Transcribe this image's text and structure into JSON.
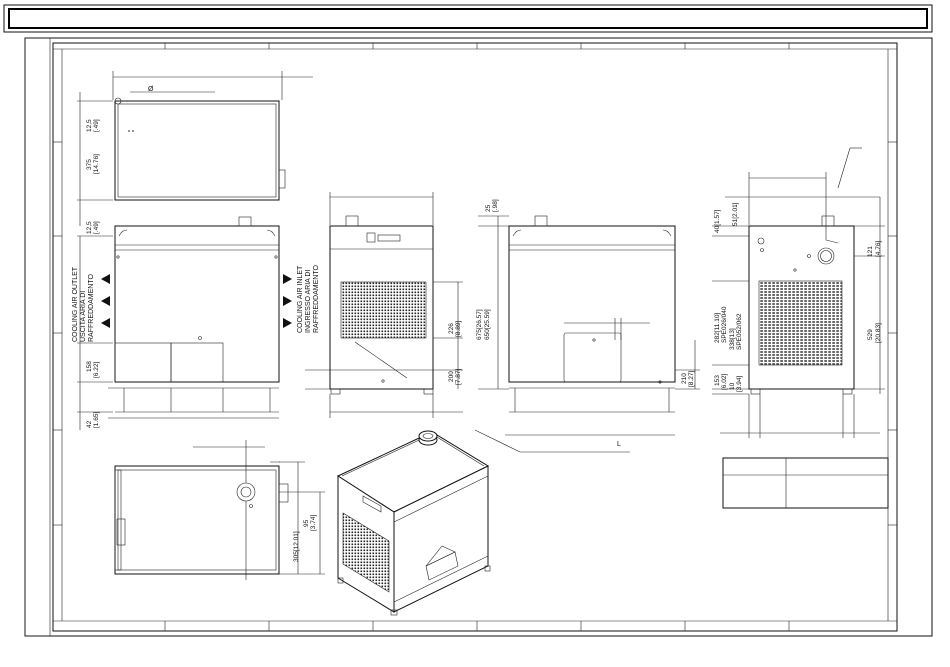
{
  "colors": {
    "line": "#111111",
    "paper": "#ffffff",
    "hatch": "#222222"
  },
  "labels": {
    "outlet": [
      "COOLING AIR OUTLET",
      "USCITA ARIA DI",
      "RAFFREDDAMENTO"
    ],
    "inlet": [
      "COOLING AIR INLET",
      "INGRESSO ARIA DI",
      "RAFFREDDAMENTO"
    ],
    "diameter_symbol": "Ø",
    "dim_L": "L"
  },
  "dims": {
    "top_12_5": "12,5",
    "top_49": "[.49]",
    "top_375": "375",
    "top_14_76": "[14.76]",
    "mid_12_5": "12,5",
    "mid_49": "[.49]",
    "left_158": "158",
    "left_6_22": "[6.22]",
    "left_42": "42",
    "left_1_65": "[1.65]",
    "v226": "226",
    "v8_89": "[8.89]",
    "v200": "200",
    "v7_87": "[7.87]",
    "v675": "675[26.57]",
    "v650": "650[25.59]",
    "v25": "25",
    "v98": "[.98]",
    "v210": "210",
    "v8_27": "[8.27]",
    "v40": "40[1.57]",
    "v51": "51[2.01]",
    "v282": "282[11.10]",
    "spe_a": "SPE026/040",
    "v338": "338[13]",
    "spe_b": "SPE052/062",
    "v153": "153",
    "v6_02": "[6.02]",
    "v10": "10",
    "v3_94": "[3.94]",
    "v121": "121",
    "v4_76": "[4.76]",
    "v529": "529",
    "v20_83": "[20.83]",
    "v95": "95",
    "v3_74": "[3.74]",
    "v305": "305[12.01]"
  }
}
